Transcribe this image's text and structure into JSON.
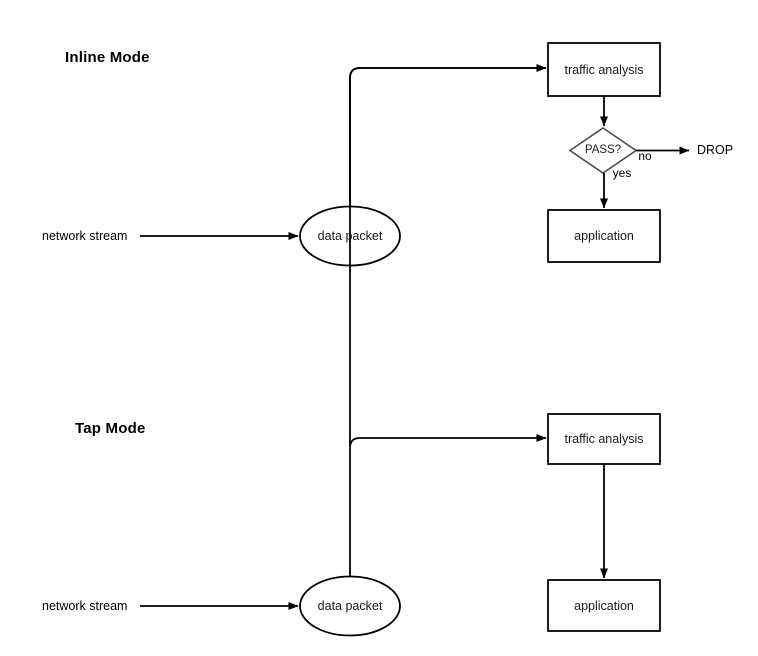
{
  "diagram": {
    "background": "#ffffff",
    "stroke": "#000000",
    "diamond_stroke": "#4d4d4d",
    "sections": [
      {
        "id": "inline",
        "title": "Inline Mode",
        "nodes": {
          "source_label": "network stream",
          "packet": "data packet",
          "analysis": "traffic analysis",
          "decision": "PASS?",
          "application": "application",
          "drop": "DROP"
        },
        "edge_labels": {
          "no": "no",
          "yes": "yes"
        }
      },
      {
        "id": "tap",
        "title": "Tap Mode",
        "nodes": {
          "source_label": "network stream",
          "packet": "data packet",
          "analysis": "traffic analysis",
          "application": "application"
        },
        "edge_labels": {}
      }
    ]
  }
}
